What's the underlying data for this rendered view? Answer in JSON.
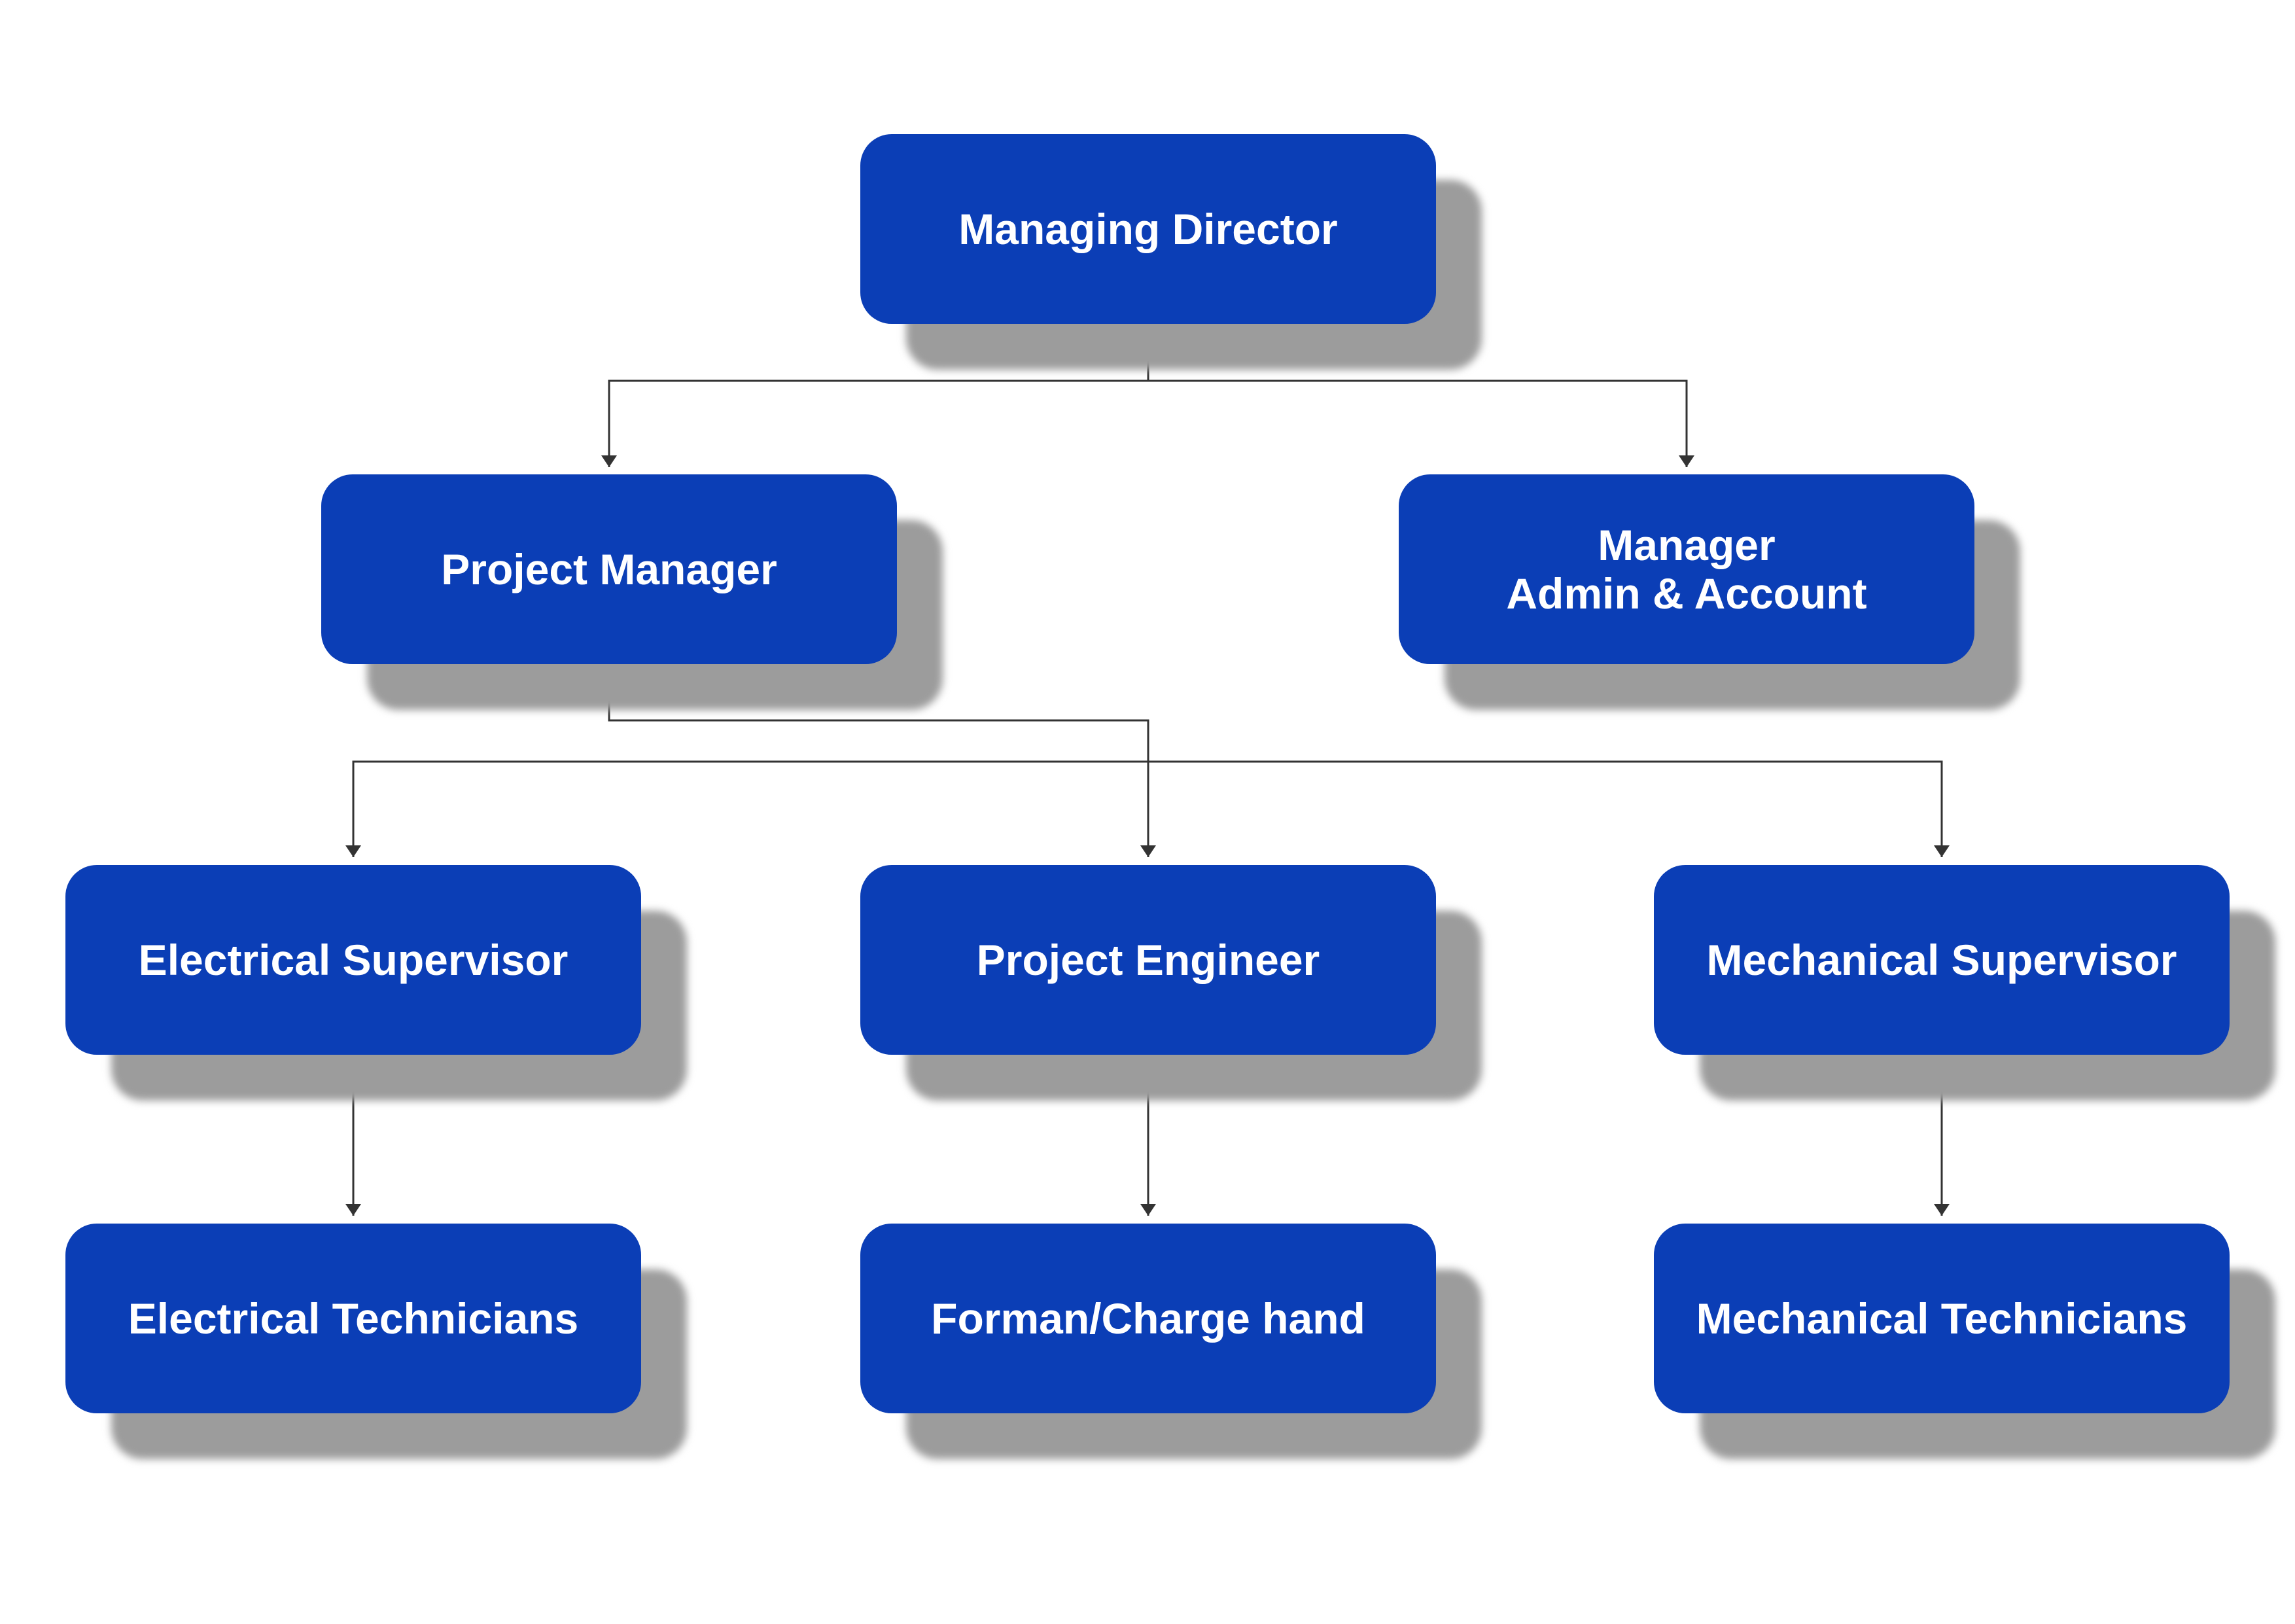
{
  "nodes": {
    "managing_director": {
      "lines": [
        "Managing Director"
      ]
    },
    "project_manager": {
      "lines": [
        "Project Manager"
      ]
    },
    "manager_admin_account": {
      "lines": [
        "Manager",
        "Admin & Account"
      ]
    },
    "electrical_supervisor": {
      "lines": [
        "Electrical Supervisor"
      ]
    },
    "project_engineer": {
      "lines": [
        "Project Engineer"
      ]
    },
    "mechanical_supervisor": {
      "lines": [
        "Mechanical Supervisor"
      ]
    },
    "electrical_technicians": {
      "lines": [
        "Electrical Technicians"
      ]
    },
    "forman_charge_hand": {
      "lines": [
        "Forman/Charge hand"
      ]
    },
    "mechanical_technicians": {
      "lines": [
        "Mechanical Technicians"
      ]
    }
  },
  "edges": [
    {
      "from": "managing_director",
      "to": "project_manager"
    },
    {
      "from": "managing_director",
      "to": "manager_admin_account"
    },
    {
      "from": "project_manager",
      "to": "electrical_supervisor"
    },
    {
      "from": "project_manager",
      "to": "project_engineer"
    },
    {
      "from": "project_manager",
      "to": "mechanical_supervisor"
    },
    {
      "from": "electrical_supervisor",
      "to": "electrical_technicians"
    },
    {
      "from": "project_engineer",
      "to": "forman_charge_hand"
    },
    {
      "from": "mechanical_supervisor",
      "to": "mechanical_technicians"
    }
  ],
  "colors": {
    "box_fill": "#0b3eb6",
    "box_text": "#ffffff",
    "shadow": "#9c9c9c",
    "connector": "#333333"
  }
}
